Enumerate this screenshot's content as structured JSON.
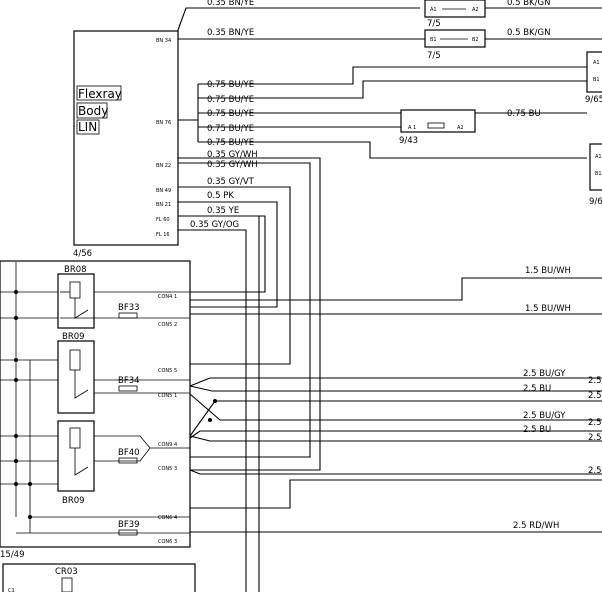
{
  "wires": {
    "top_bn_ye": "0.35 BN/YE",
    "top_bk_gn": "0.5 BK/GN",
    "bn_ye": "0.35 BN/YE",
    "bk_gn": "0.5 BK/GN",
    "bu_ye": "0.75 BU/YE",
    "bu": "0.75 BU",
    "gy_wh": "0.35 GY/WH",
    "gy_vt": "0.35 GY/VT",
    "pk": "0.5 PK",
    "ye": "0.35 YE",
    "gy_og": "0.35 GY/OG",
    "bu_wh": "1.5 BU/WH",
    "bu_gy": "2.5 BU/GY",
    "bu25": "2.5 BU",
    "rd_wh": "2.5 RD/WH",
    "cut25": "2.5"
  },
  "module": {
    "labels": [
      "Flexray",
      "Body",
      "LIN"
    ],
    "ref": "4/56",
    "pins": [
      "BN 34",
      "BN 76",
      "BN 22",
      "BN 49",
      "BN 21",
      "FL 60",
      "FL 16"
    ]
  },
  "connectors": {
    "ref75": "7/5",
    "ref943": "9/43",
    "ref965": "9/65",
    "ref96": "9/6",
    "a1": "A1",
    "a2": "A2",
    "b1": "B1",
    "b2": "B2",
    "a1s": "A 1",
    "b1s": "B1"
  },
  "relay_box": {
    "ref": "15/49",
    "relays": [
      "BR08",
      "BR09",
      "BR09"
    ],
    "fuses": [
      "BF33",
      "BF34",
      "BF40",
      "BF39"
    ],
    "pins": [
      "CON4 1",
      "CON5 2",
      "CON5 5",
      "CON5 1",
      "CON9 4",
      "CON5 3",
      "CON6 4",
      "CON6 3"
    ]
  },
  "bottom": {
    "relay": "CR03",
    "pin": "C1"
  }
}
